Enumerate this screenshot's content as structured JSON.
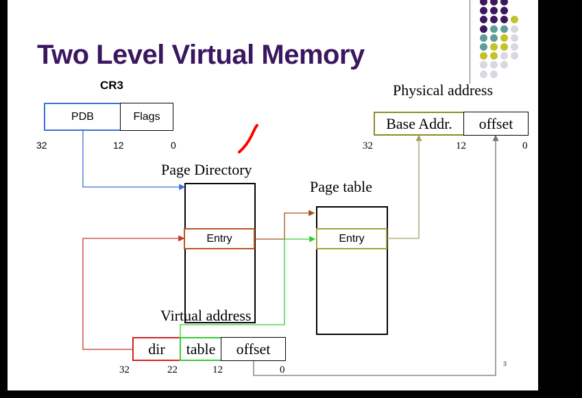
{
  "slide": {
    "title": "Two Level Virtual Memory",
    "page_number": "3",
    "palette": [
      "#3b1760",
      "#5f9c9c",
      "#c2c22a",
      "#d8d8e2"
    ]
  },
  "cr3": {
    "label": "CR3",
    "fields": [
      "PDB",
      "Flags"
    ],
    "bits": [
      "32",
      "12",
      "0"
    ]
  },
  "page_directory": {
    "label": "Page Directory",
    "entry": "Entry"
  },
  "page_table": {
    "label": "Page table",
    "entry": "Entry"
  },
  "physical_address": {
    "label": "Physical address",
    "fields": [
      "Base Addr.",
      "offset"
    ],
    "bits": [
      "32",
      "12",
      "0"
    ]
  },
  "virtual_address": {
    "label": "Virtual address",
    "fields": [
      "dir",
      "table",
      "offset"
    ],
    "bits": [
      "32",
      "22",
      "12",
      "0"
    ]
  },
  "colors": {
    "pdb_arrow": "#3a6fd8",
    "dir_arrow": "#c0392b",
    "table_arrow": "#33cc33",
    "pde_arrow": "#a8521a",
    "base_arrow": "#a0a060",
    "offset_arrow": "#707070",
    "pen_mark": "#ff0000"
  }
}
